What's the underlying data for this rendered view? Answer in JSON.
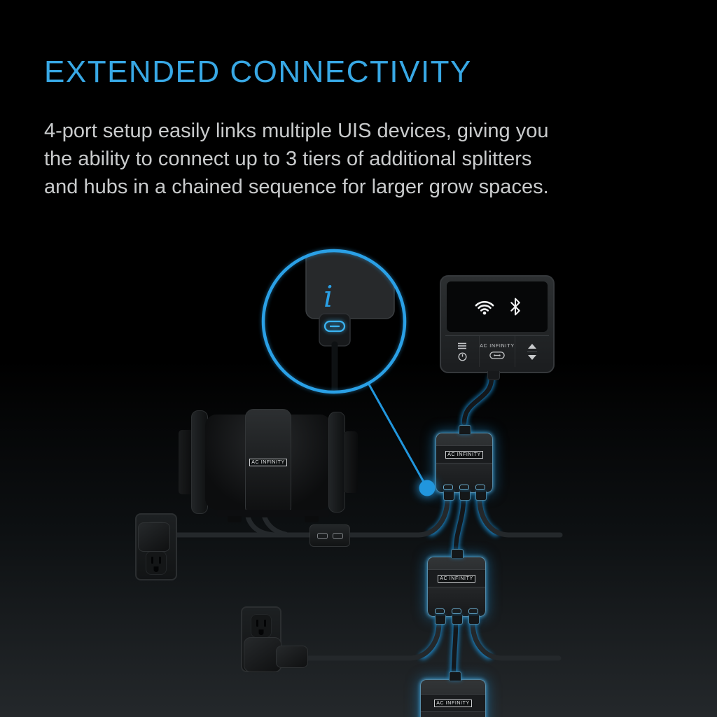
{
  "header": {
    "title": "EXTENDED CONNECTIVITY",
    "description_lines": [
      "4-port setup easily links multiple UIS devices, giving you",
      "the ability to connect up to 3 tiers of additional splitters",
      "and hubs in a chained sequence for larger grow spaces."
    ]
  },
  "diagram": {
    "magnifier": {
      "info_glyph": "i"
    },
    "controller": {
      "brand": "AC INFINITY"
    },
    "fan": {
      "brand": "AC INFINITY"
    },
    "splitters": [
      {
        "brand": "AC INFINITY"
      },
      {
        "brand": "AC INFINITY"
      },
      {
        "brand": "AC INFINITY"
      }
    ],
    "icons": [
      "wifi-icon",
      "bluetooth-icon",
      "menu-icon",
      "power-button-icon",
      "up-arrow-icon",
      "down-arrow-icon",
      "uis-port-icon",
      "info-icon"
    ]
  },
  "colors": {
    "accent_blue": "#38A8E5",
    "glow_blue": "#1E93DC",
    "body_text": "#C9CBCC"
  }
}
